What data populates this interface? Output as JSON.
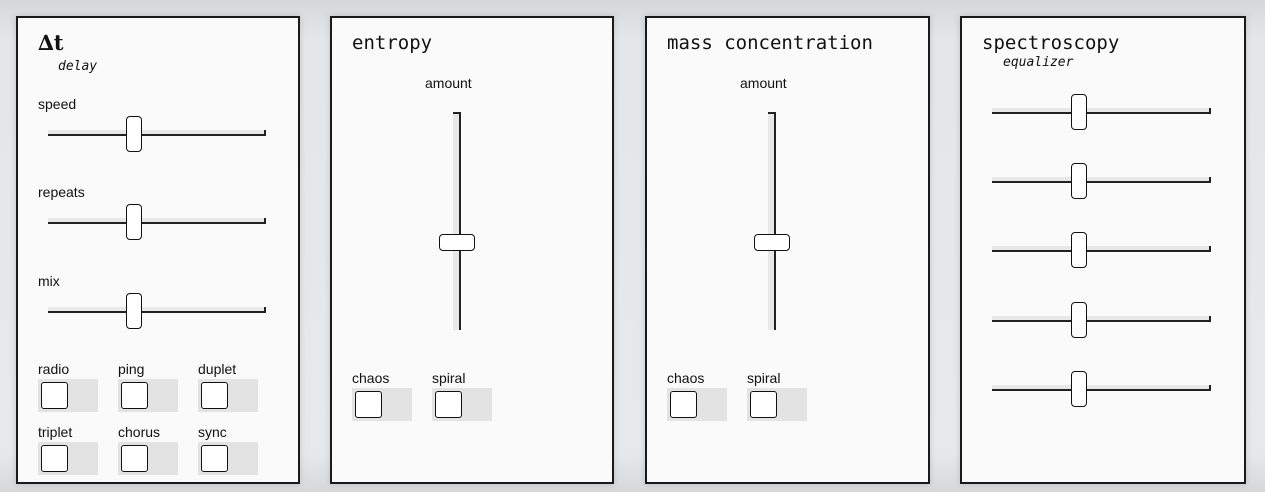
{
  "delay_panel": {
    "title": "∆t",
    "subtitle": "delay",
    "sliders": [
      {
        "label": "speed",
        "value": 0.4
      },
      {
        "label": "repeats",
        "value": 0.4
      },
      {
        "label": "mix",
        "value": 0.4
      }
    ],
    "toggles": [
      "radio",
      "ping",
      "duplet",
      "triplet",
      "chorus",
      "sync"
    ]
  },
  "entropy_panel": {
    "title": "entropy",
    "slider_label": "amount",
    "slider_value": 0.4,
    "toggles": [
      "chaos",
      "spiral"
    ]
  },
  "mass_panel": {
    "title": "mass concentration",
    "slider_label": "amount",
    "slider_value": 0.4,
    "toggles": [
      "chaos",
      "spiral"
    ]
  },
  "spectro_panel": {
    "title": "spectroscopy",
    "subtitle": "equalizer",
    "band_values": [
      0.4,
      0.4,
      0.4,
      0.4,
      0.4
    ]
  }
}
